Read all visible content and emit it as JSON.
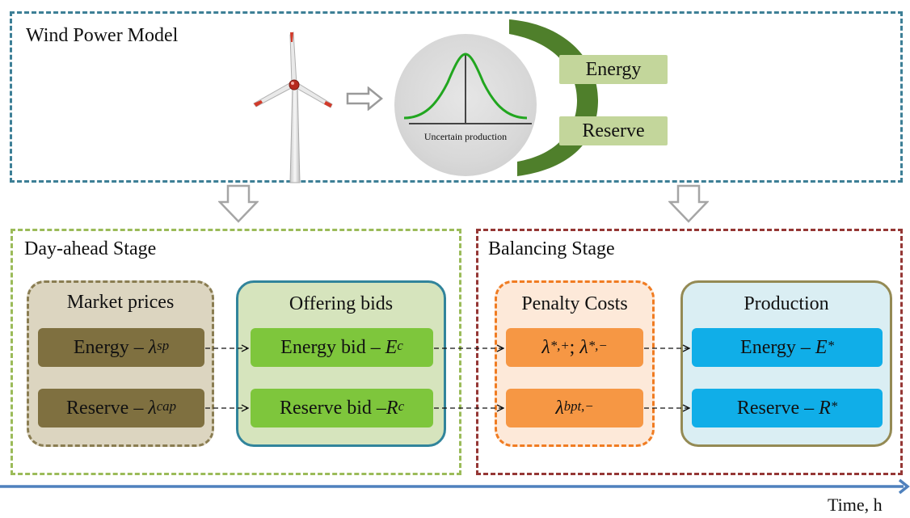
{
  "wind_model": {
    "title": "Wind Power Model",
    "curve_label": "Uncertain production",
    "energy": "Energy",
    "reserve": "Reserve"
  },
  "day_ahead": {
    "title": "Day-ahead Stage"
  },
  "balancing": {
    "title": "Balancing Stage"
  },
  "market_prices": {
    "title": "Market prices",
    "energy_text": "Energy – ",
    "energy_symbol": "λ",
    "energy_sup": "sp",
    "reserve_text": "Reserve – ",
    "reserve_symbol": "λ",
    "reserve_sup": "cap"
  },
  "offering_bids": {
    "title": "Offering bids",
    "energy_text": "Energy bid – ",
    "energy_symbol": "E",
    "energy_sup": "c",
    "reserve_text": "Reserve bid –",
    "reserve_symbol": "R",
    "reserve_sup": "c"
  },
  "penalty_costs": {
    "title": "Penalty Costs",
    "energy_expr_a": "λ",
    "energy_sup_a": "*,+",
    "energy_sep": "; ",
    "energy_expr_b": "λ",
    "energy_sup_b": "*,−",
    "reserve_symbol": "λ",
    "reserve_sup": "bpt,−"
  },
  "production": {
    "title": "Production",
    "energy_text": "Energy – ",
    "energy_symbol": "E",
    "energy_sup": "*",
    "reserve_text": "Reserve – ",
    "reserve_symbol": "R",
    "reserve_sup": "*"
  },
  "timeline": {
    "label": "Time, h"
  },
  "colors": {
    "blue_dash": "#3d7f96",
    "green_dash": "#9bbb59",
    "red_dash": "#953735",
    "olive": "#7f7040",
    "bright_green": "#7ec63c",
    "orange": "#f69744",
    "cyan": "#10aee8",
    "arc_green": "#4f7f2b"
  }
}
